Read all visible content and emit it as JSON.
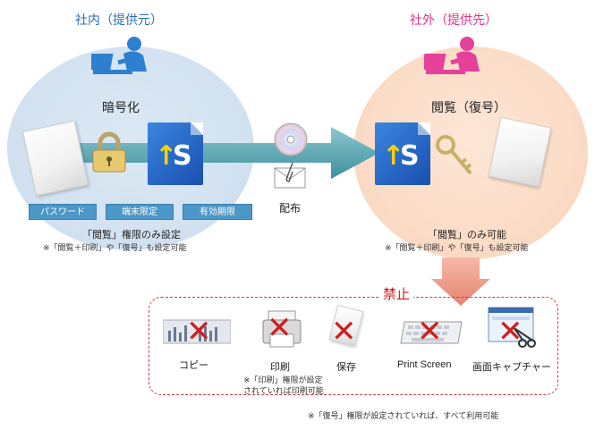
{
  "left": {
    "heading": "社内（提供元）",
    "action": "暗号化",
    "tags": [
      "パスワード",
      "端末限定",
      "有効期限"
    ],
    "note_main": "「閲覧」権限のみ設定",
    "note_sub": "※「閲覧＋印刷」や「復号」も設定可能"
  },
  "right": {
    "heading": "社外（提供先）",
    "action": "閲覧（復号）",
    "note_main": "「閲覧」のみ可能",
    "note_sub": "※「閲覧＋印刷」や「復号」も設定可能"
  },
  "distribution_label": "配布",
  "prohibited": {
    "label": "禁止",
    "items": [
      {
        "label": "コピー",
        "icon": "bar-chart-image-icon"
      },
      {
        "label": "印刷",
        "icon": "printer-icon"
      },
      {
        "label": "保存",
        "icon": "document-save-icon"
      },
      {
        "label": "Print Screen",
        "icon": "keyboard-icon"
      },
      {
        "label": "画面キャプチャー",
        "icon": "screen-capture-icon"
      }
    ],
    "print_note_line1": "※「印刷」権限が設定",
    "print_note_line2": "されていれば印刷可能"
  },
  "footer_note": "※「復号」権限が設定されていれば、すべて利用可能",
  "colors": {
    "left_heading": "#2d6fb0",
    "right_heading": "#e8328a",
    "forbid_red": "#d01e1e",
    "tag_blue": "#4b97c7",
    "arrow_teal": "#5fa9b5"
  }
}
